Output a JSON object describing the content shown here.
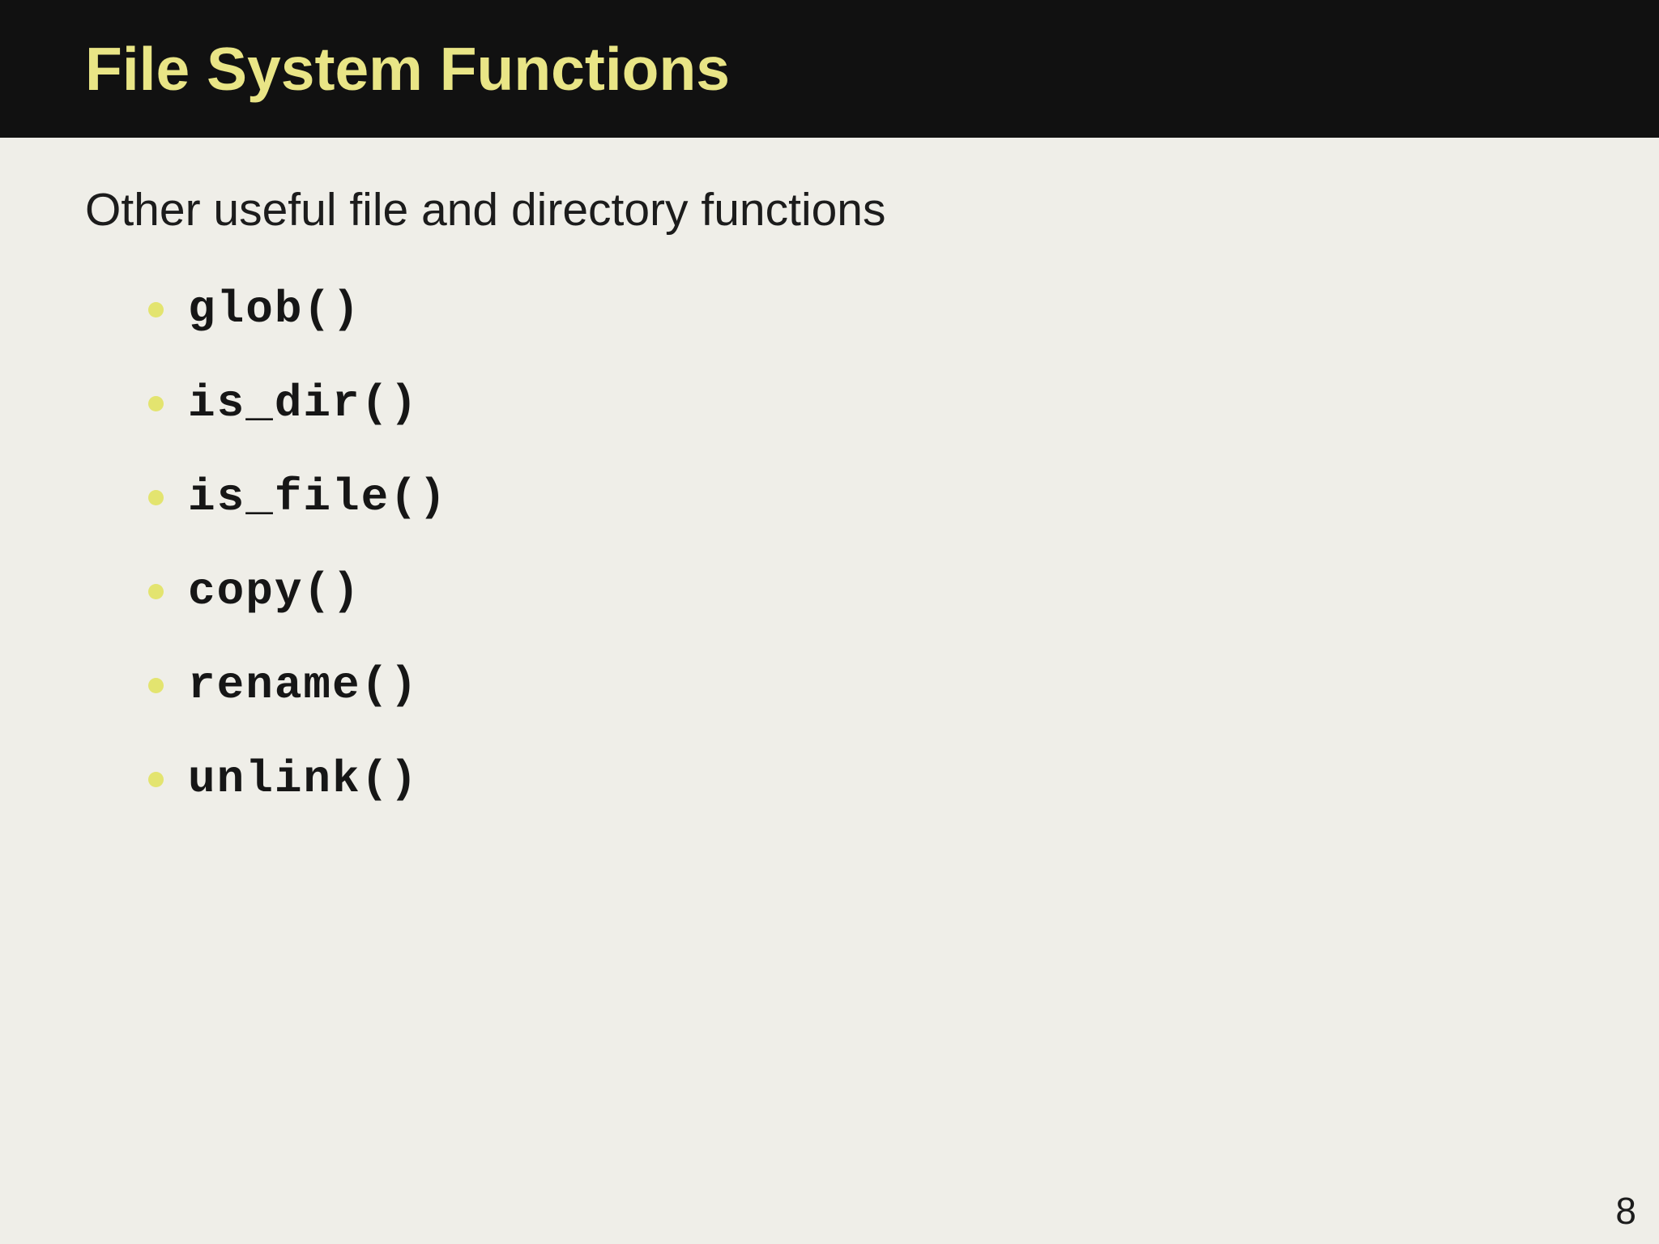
{
  "slide": {
    "title": "File System Functions",
    "subtitle": "Other useful file and directory functions",
    "bullets": [
      "glob()",
      "is_dir()",
      "is_file()",
      "copy()",
      "rename()",
      "unlink()"
    ],
    "page_number": "8",
    "colors": {
      "header_bg": "#111111",
      "title_text": "#e9e586",
      "body_bg": "#efeee8",
      "body_text": "#1c1c1c",
      "bullet_dot": "#e3e46f"
    }
  }
}
